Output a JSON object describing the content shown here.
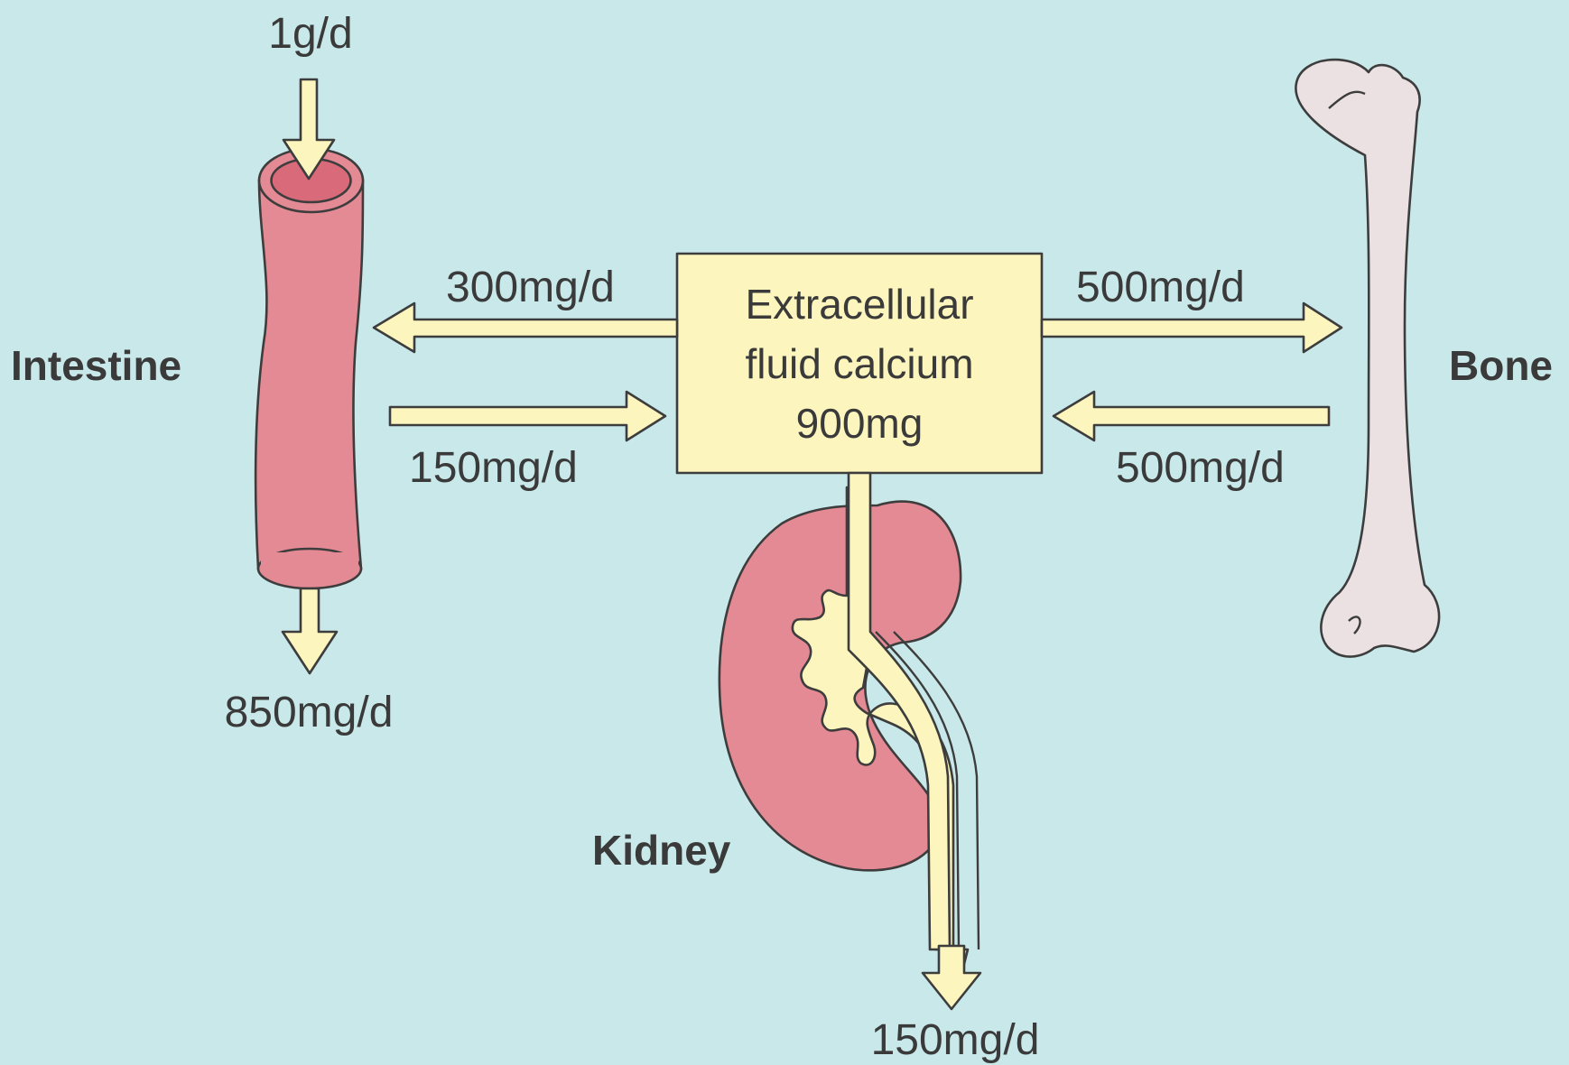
{
  "organs": {
    "intestine": "Intestine",
    "bone": "Bone",
    "kidney": "Kidney"
  },
  "center_box": {
    "line1": "Extracellular",
    "line2": "fluid calcium",
    "line3": "900mg"
  },
  "flows": {
    "intake": "1g/d",
    "fecal_loss": "850mg/d",
    "ecf_to_intestine": "300mg/d",
    "intestine_to_ecf": "150mg/d",
    "ecf_to_bone": "500mg/d",
    "bone_to_ecf": "500mg/d",
    "urinary_loss": "150mg/d"
  },
  "colors": {
    "background": "#c9e8ea",
    "box_and_arrows": "#fcf5bd",
    "organ_tissue": "#e48a94",
    "bone": "#ebe1e3",
    "outline": "#3d3d3d"
  }
}
